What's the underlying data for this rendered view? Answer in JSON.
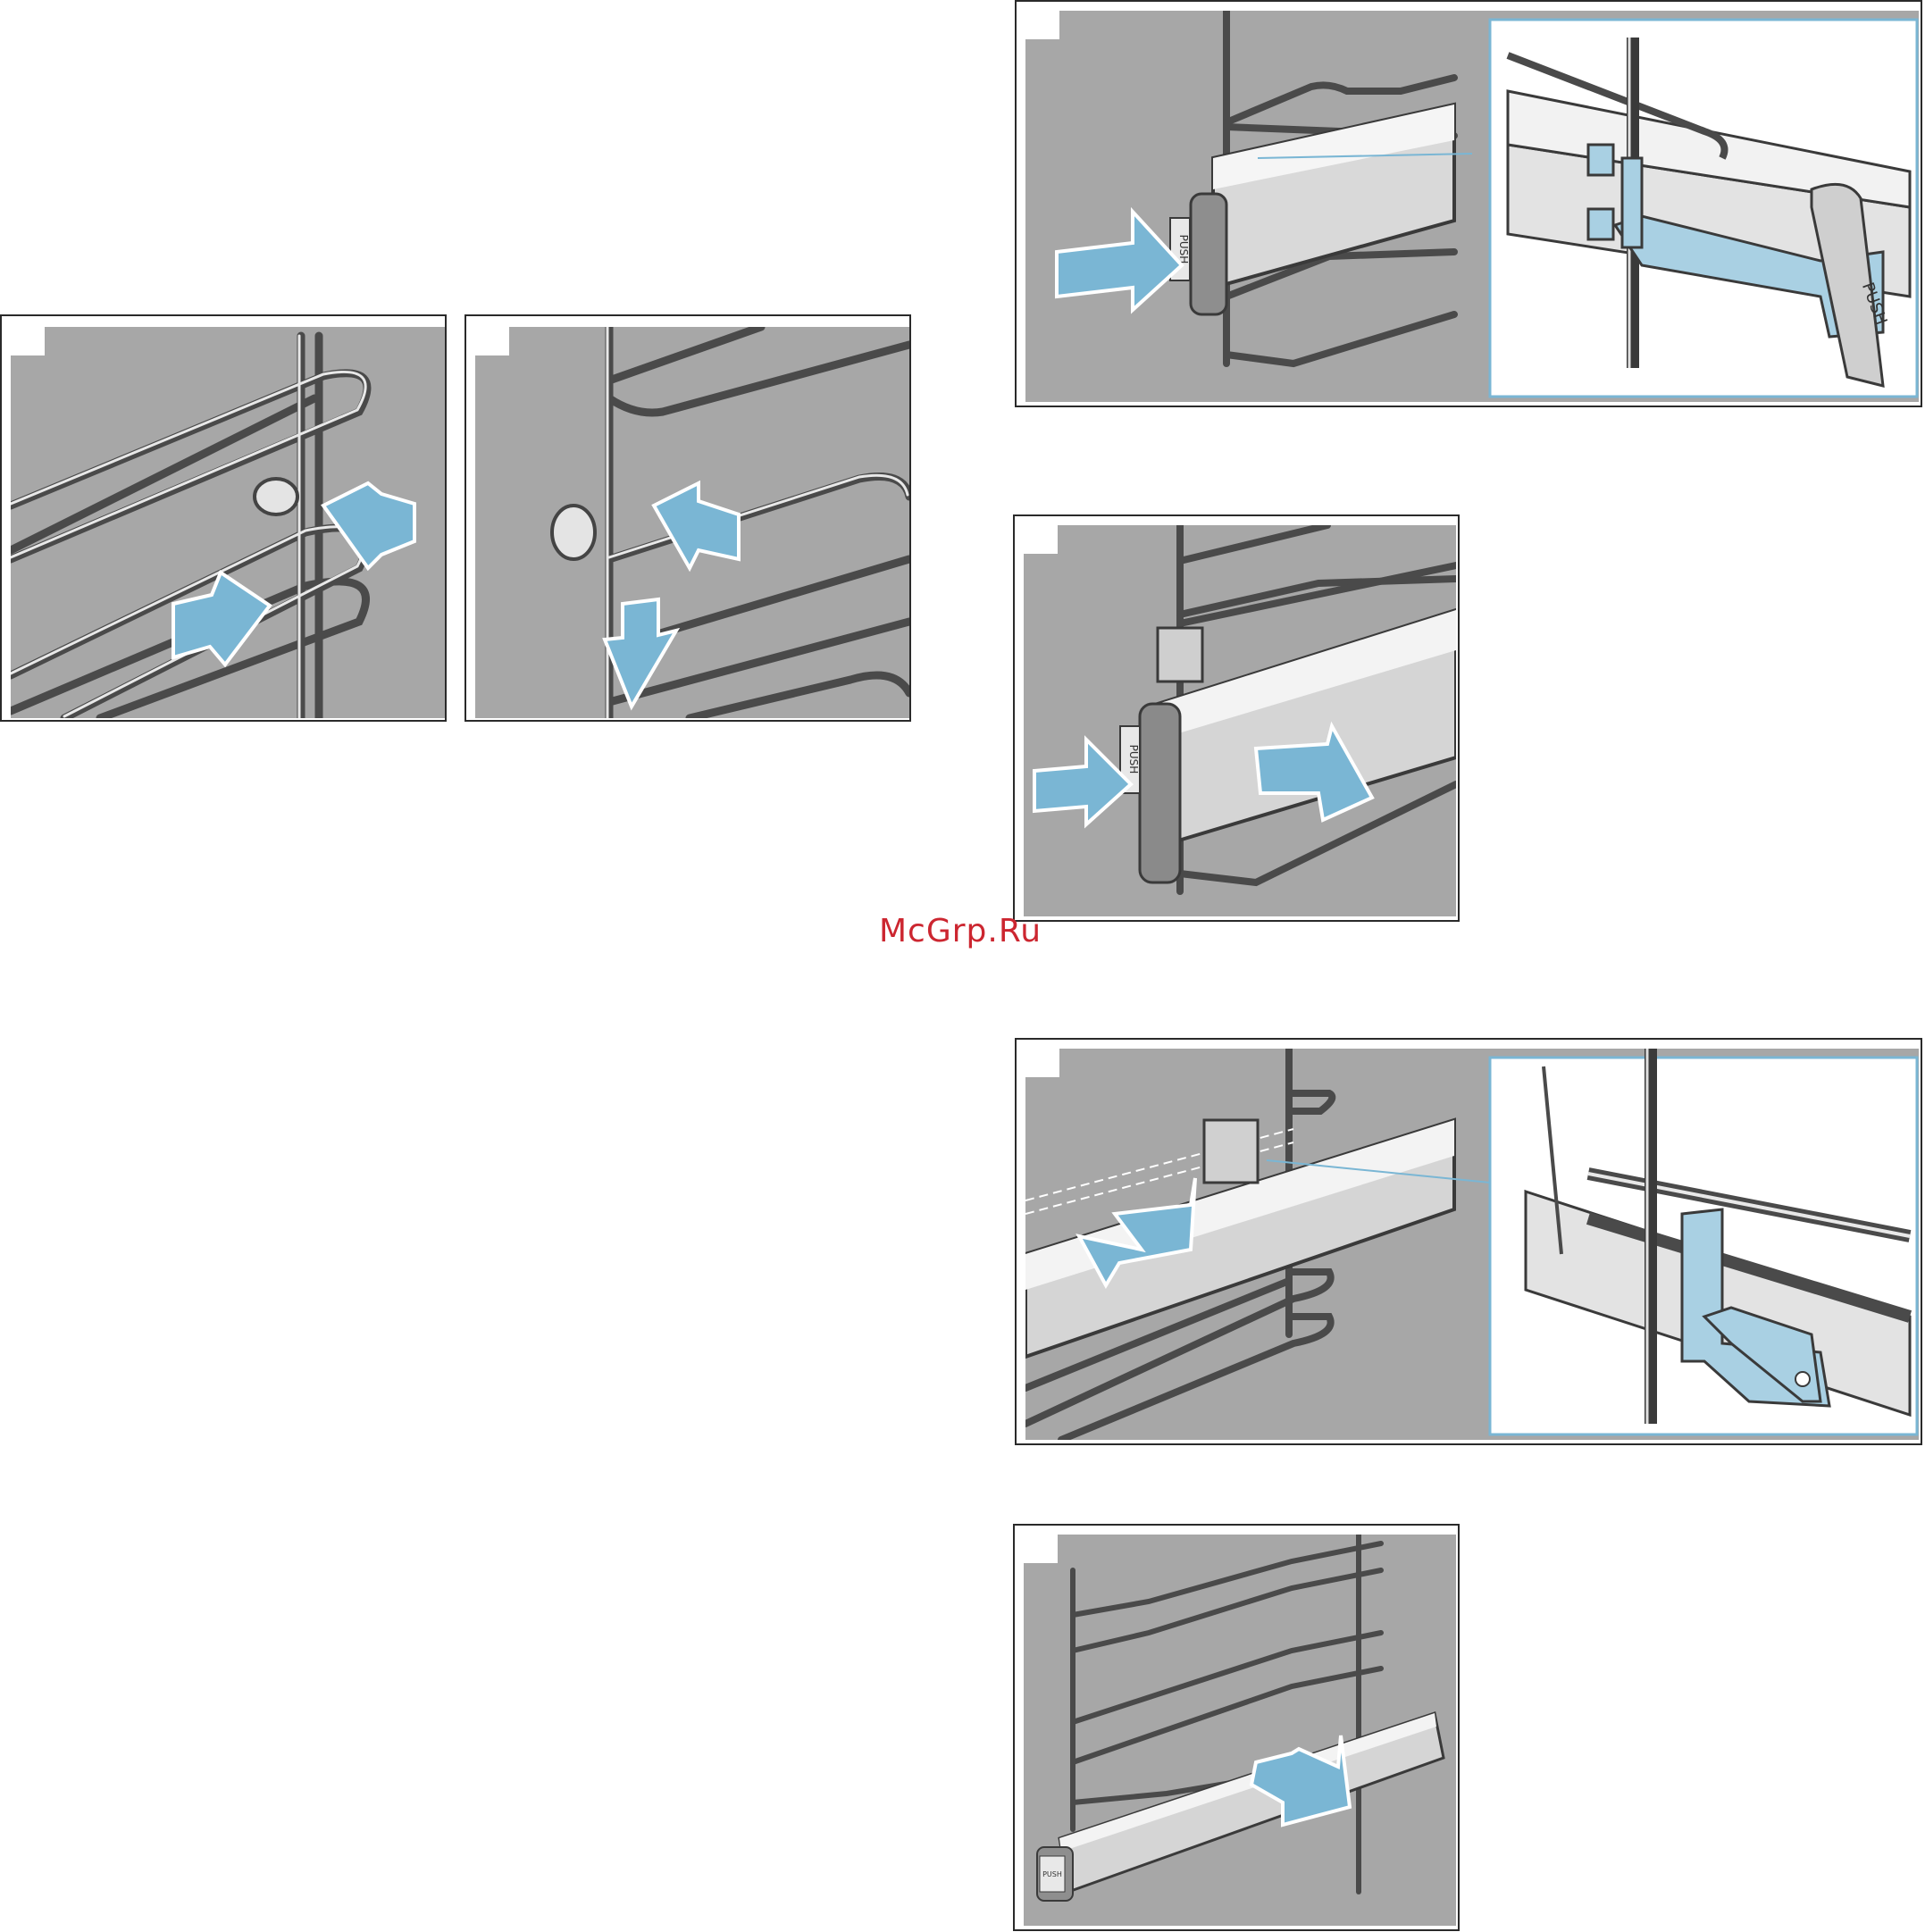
{
  "colors": {
    "background_gray": "#a7a7a7",
    "arrow_blue": "#7ab6d4",
    "arrow_outline": "#ffffff",
    "inset_border": "#7ab6d4",
    "part_blue": "#a9d0e3",
    "wire": "#555555",
    "watermark": "#cc2630"
  },
  "labels": {
    "push_panel3": "PUSH",
    "push_panel4": "PUSH",
    "push_inset": "PUSH",
    "push_panel6": "PUSH"
  },
  "watermark": "McGrp.Ru"
}
